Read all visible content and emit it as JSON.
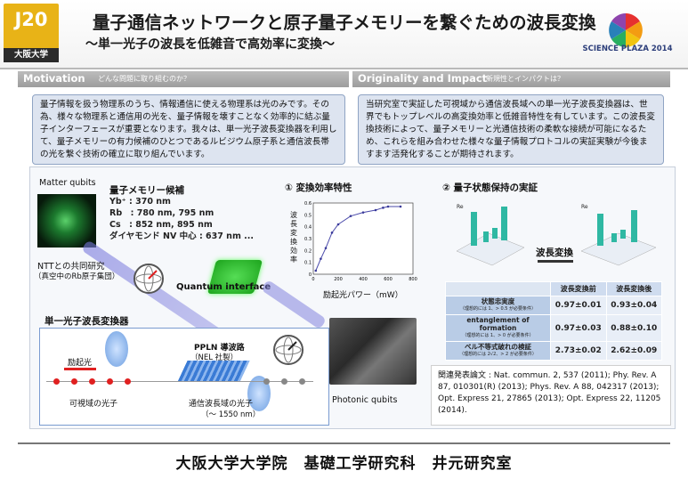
{
  "header": {
    "badge_id": "J20",
    "university": "大阪大学",
    "title": "量子通信ネットワークと原子量子メモリーを繋ぐための波長変換",
    "subtitle": "〜単一光子の波長を低雑音で高効率に変換〜",
    "logo_text": "SCIENCE PLAZA 2014"
  },
  "sections": {
    "motivation": {
      "title": "Motivation",
      "subtitle": "どんな問題に取り組むのか？",
      "text": "量子情報を扱う物理系のうち、情報通信に使える物理系は光のみです。その為、様々な物理系と通信用の光を、量子情報を壊すことなく効率的に結ぶ量子インターフェースが重要となります。我々は、単一光子波長変換器を利用して、量子メモリーの有力候補のひとつであるルビジウム原子系と通信波長帯の光を繋ぐ技術の確立に取り組んでいます。"
    },
    "originality": {
      "title": "Originality and Impact",
      "subtitle": "新規性とインパクトは？",
      "text": "当研究室で実証した可視域から通信波長域への単一光子波長変換器は、世界でもトップレベルの高変換効率と低雑音特性を有しています。この波長変換技術によって、量子メモリーと光通信技術の柔軟な接続が可能になるため、これらを組み合わせた様々な量子情報プロトコルの実証実験が今後ますます活発化することが期待されます。"
    }
  },
  "diagram": {
    "matter_label": "Matter qubits",
    "qm_title": "量子メモリー候補",
    "qm_lines": [
      "Yb⁺ : 370 nm",
      "Rb　: 780 nm, 795 nm",
      "Cs　: 852 nm, 895 nm",
      "ダイヤモンド NV 中心 : 637 nm ..."
    ],
    "ntt_line1": "NTTとの共同研究",
    "ntt_line2": "（真空中のRb原子集団）",
    "qi_label": "Quantum interface",
    "converter_title": "単一光子波長変換器",
    "pump_label": "励起光",
    "ppln_line1": "PPLN 導波路",
    "ppln_line2": "（NEL 社製）",
    "visible_label": "可視域の光子",
    "telecom_label": "通信波長域の光子",
    "telecom_sub": "（〜 1550 nm）",
    "photonic_label": "Photonic qubits"
  },
  "chart_data": [
    {
      "type": "line",
      "title": "① 変換効率特性",
      "xlabel": "励起光パワー（mW）",
      "ylabel": "波長変換効率",
      "xlim": [
        0,
        800
      ],
      "ylim": [
        0,
        0.6
      ],
      "xticks": [
        0,
        200,
        400,
        600,
        800
      ],
      "yticks": [
        0,
        0.1,
        0.2,
        0.3,
        0.4,
        0.5,
        0.6
      ],
      "series": [
        {
          "x": [
            20,
            60,
            100,
            150,
            200,
            300,
            400,
            500,
            560,
            600,
            700
          ],
          "y": [
            0.03,
            0.13,
            0.22,
            0.35,
            0.42,
            0.49,
            0.52,
            0.54,
            0.56,
            0.57,
            0.57
          ]
        }
      ]
    },
    {
      "type": "table",
      "title": "② 量子状態保持の実証",
      "conversion_label": "波長変換",
      "axis_label": "Re",
      "columns": [
        "",
        "波長変換前",
        "波長変換後"
      ],
      "rows": [
        {
          "label": "状態忠実度",
          "note": "（理想的には 1、> 0.5 が必要条件）",
          "before": "0.97±0.01",
          "after": "0.93±0.04"
        },
        {
          "label": "entanglement of formation",
          "note": "（理想的には 1、> 0 が必要条件）",
          "before": "0.97±0.03",
          "after": "0.88±0.10"
        },
        {
          "label": "ベル不等式破れの検証",
          "note": "（理想的には 2√2、> 2 が必要条件）",
          "before": "2.73±0.02",
          "after": "2.62±0.09"
        }
      ]
    }
  ],
  "refs": {
    "text": "関連発表論文 : Nat. commun. 2, 537 (2011); Phy. Rev. A 87, 010301(R) (2013); Phys. Rev. A 88, 042317 (2013); Opt. Express 21, 27865 (2013); Opt. Express 22, 11205 (2014)."
  },
  "footer": {
    "text": "大阪大学大学院　基礎工学研究科　井元研究室"
  },
  "colors": {
    "accent": "#e8b317",
    "panel": "#dde4f0",
    "bar_gray": "#a8a8a8"
  }
}
